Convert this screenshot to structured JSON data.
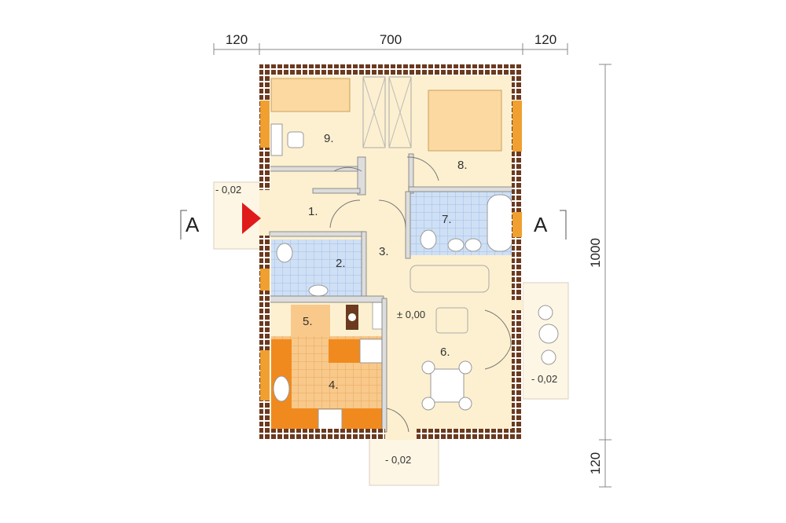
{
  "dimensions": {
    "top_left": "120",
    "top_center": "700",
    "top_right": "120",
    "right_vertical": "1000",
    "right_bottom": "120"
  },
  "section_marks": {
    "left": "A",
    "right": "A"
  },
  "levels": {
    "entrance": "- 0,02",
    "interior": "± 0,00",
    "terrace_east": "- 0,02",
    "terrace_south": "- 0,02"
  },
  "rooms": {
    "r1": "1.",
    "r2": "2.",
    "r3": "3.",
    "r4": "4.",
    "r5": "5.",
    "r6": "6.",
    "r7": "7.",
    "r8": "8.",
    "r9": "9."
  },
  "colors": {
    "floor": "#fdf0d0",
    "wall": "#6b3a1f",
    "bath_tile": "#cfe0f5",
    "kitchen_tile": "#f8c98a",
    "bed": "#fbd9a0",
    "window": "#f0a030",
    "entrance_arrow": "#e01b1b",
    "terrace": "#fef6e4"
  }
}
